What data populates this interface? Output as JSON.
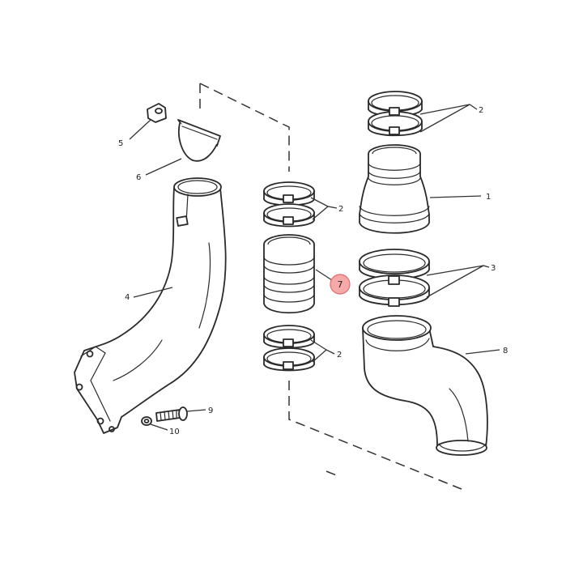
{
  "labels": {
    "p1": "1",
    "p2a": "2",
    "p2b": "2",
    "p2c": "2",
    "p3": "3",
    "p4": "4",
    "p5": "5",
    "p6": "6",
    "p7": "7",
    "p8": "8",
    "p9": "9",
    "p10": "10"
  },
  "highlight_color": "#f6a9a9"
}
